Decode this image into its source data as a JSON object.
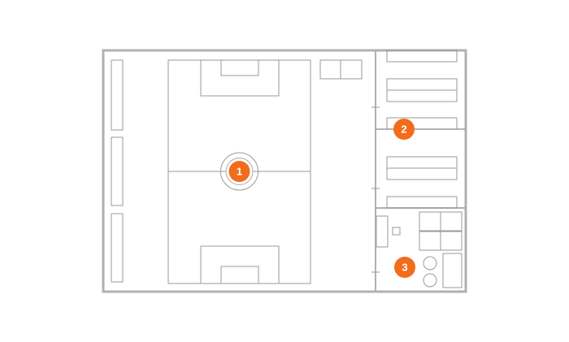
{
  "colors": {
    "background": "#ffffff",
    "outer_wall": "#b0b0b0",
    "line": "#9a9a9a",
    "marker_fill": "#f26c1c",
    "marker_text": "#ffffff",
    "marker_ring": "#a8a8a8"
  },
  "markers": [
    {
      "id": "marker-1",
      "label": "1",
      "zone": "football-pitch"
    },
    {
      "id": "marker-2",
      "label": "2",
      "zone": "changing-rooms"
    },
    {
      "id": "marker-3",
      "label": "3",
      "zone": "utility-room"
    }
  ]
}
